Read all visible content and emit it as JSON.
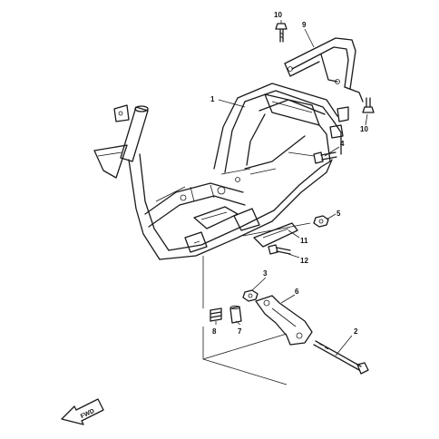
{
  "callouts": {
    "c1": "1",
    "c2": "2",
    "c3": "3",
    "c4": "4",
    "c5": "5",
    "c6": "6",
    "c7": "7",
    "c8": "8",
    "c9": "9",
    "c10a": "10",
    "c10b": "10",
    "c11": "11",
    "c12": "12"
  },
  "fwd_label": "FWD"
}
